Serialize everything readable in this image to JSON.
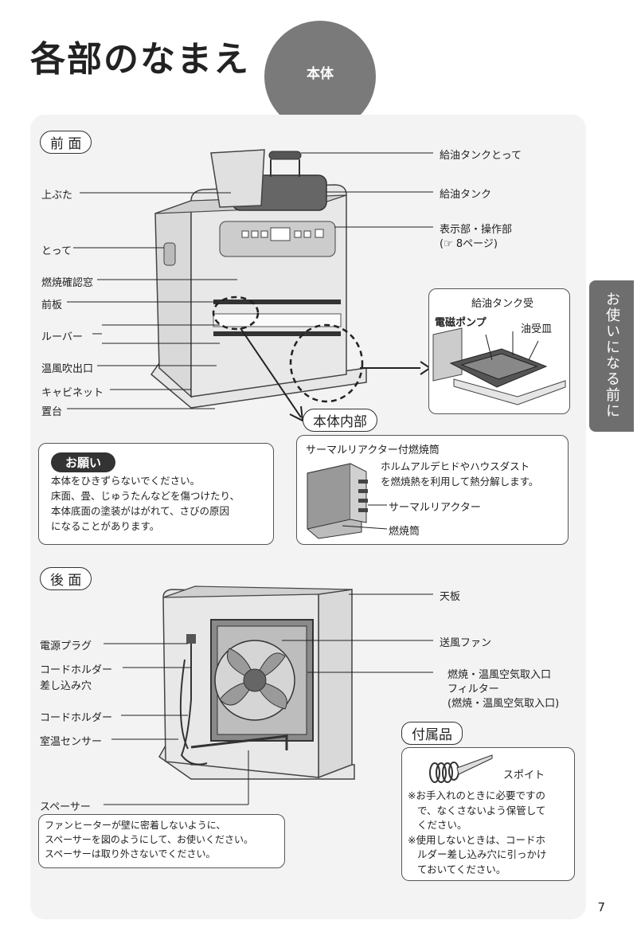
{
  "header": {
    "title": "各部のなまえ",
    "badge": "本体"
  },
  "side_tab": "お使いになる前に",
  "front": {
    "section_label": "前 面",
    "labels_left": {
      "lid": "上ぶた",
      "handle": "とって",
      "window": "燃焼確認窓",
      "front_panel": "前板",
      "louver": "ルーバー",
      "outlet": "温風吹出口",
      "cabinet": "キャビネット",
      "base": "置台"
    },
    "labels_right": {
      "tank_handle": "給油タンクとって",
      "tank": "給油タンク",
      "display": "表示部・操作部",
      "display_ref": "(☞ 8ページ)"
    },
    "inset": {
      "tank_receiver": "給油タンク受",
      "pump": "電磁ポンプ",
      "oil_tray": "油受皿"
    }
  },
  "caution": {
    "tag": "お願い",
    "lines": [
      "本体をひきずらないでください。",
      "床面、畳、じゅうたんなどを傷つけたり、",
      "本体底面の塗装がはがれて、さびの原因",
      "になることがあります。"
    ]
  },
  "interior": {
    "label": "本体内部",
    "title": "サーマルリアクター付燃焼筒",
    "desc": [
      "ホルムアルデヒドやハウスダスト",
      "を燃焼熱を利用して熱分解します。"
    ],
    "reactor": "サーマルリアクター",
    "burner": "燃焼筒"
  },
  "back": {
    "section_label": "後 面",
    "labels_left": {
      "plug": "電源プラグ",
      "holder_slot_1": "コードホルダー",
      "holder_slot_2": "差し込み穴",
      "holder": "コードホルダー",
      "sensor": "室温センサー",
      "spacer": "スペーサー"
    },
    "labels_right": {
      "top": "天板",
      "fan": "送風ファン",
      "intake": "燃焼・温風空気取入口",
      "filter": "フィルター",
      "filter_sub": "(燃焼・温風空気取入口)"
    },
    "spacer_note": [
      "ファンヒーターが壁に密着しないように、",
      "スペーサーを図のようにして、お使いください。",
      "スペーサーは取り外さないでください。"
    ]
  },
  "accessories": {
    "label": "付属品",
    "item": "スポイト",
    "notes": [
      "※お手入れのときに必要ですの",
      "で、なくさないよう保管して",
      "ください。",
      "※使用しないときは、コードホ",
      "ルダー差し込み穴に引っかけ",
      "ておいてください。"
    ]
  },
  "page_number": "7"
}
